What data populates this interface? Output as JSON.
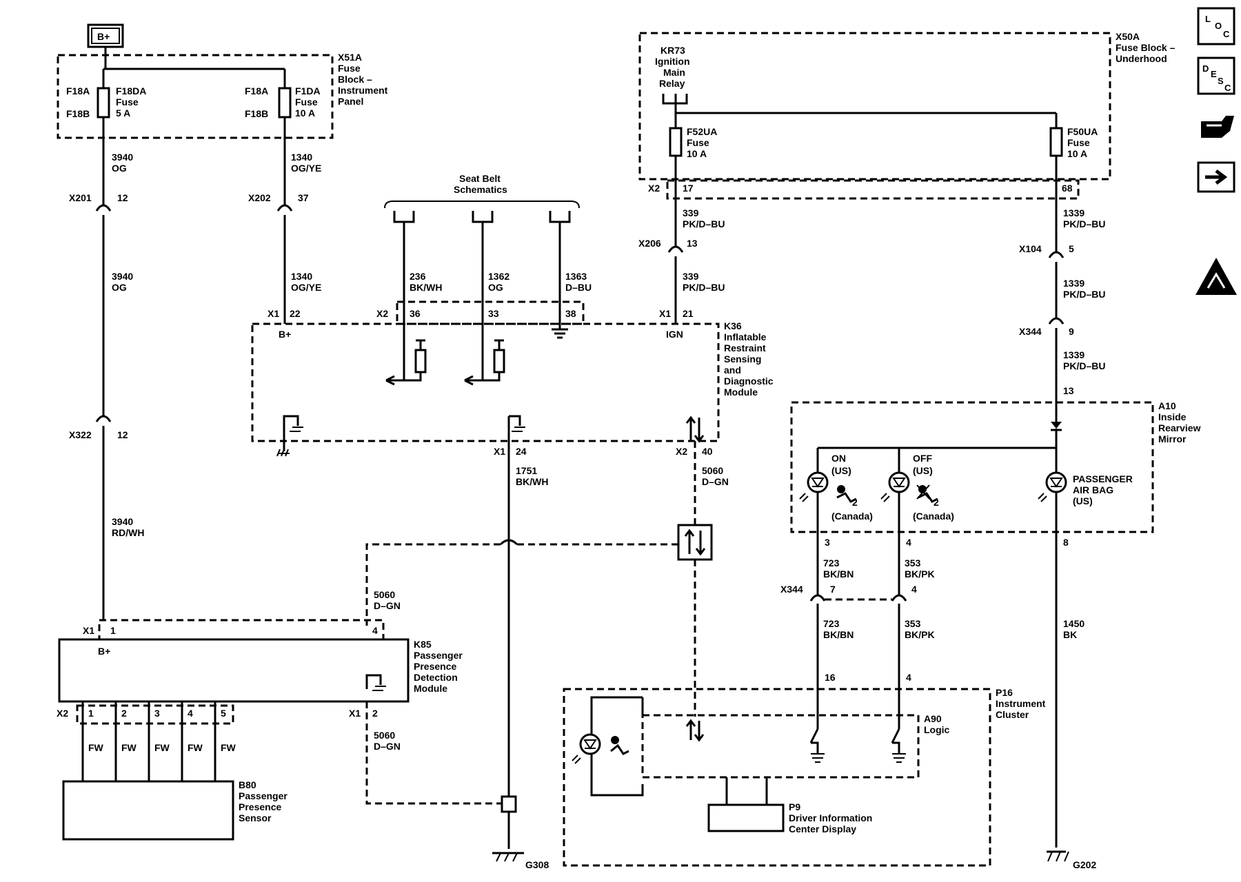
{
  "batt": "B+",
  "x51a": {
    "title": "X51A",
    "lines": [
      "Fuse",
      "Block –",
      "Instrument",
      "Panel"
    ]
  },
  "f18": {
    "t1": "F18A",
    "t2": "F18B",
    "name": "F18DA",
    "fuse": "Fuse",
    "rating": "5 A"
  },
  "f1": {
    "t1": "F18A",
    "t2": "F18B",
    "name": "F1DA",
    "fuse": "Fuse",
    "rating": "10 A"
  },
  "w3940og": {
    "num": "3940",
    "color": "OG"
  },
  "w1340": {
    "num": "1340",
    "color": "OG/YE"
  },
  "x201": {
    "name": "X201",
    "pin": "12"
  },
  "x202": {
    "name": "X202",
    "pin": "37"
  },
  "seatbelt": {
    "l1": "Seat Belt",
    "l2": "Schematics"
  },
  "w236": {
    "num": "236",
    "color": "BK/WH"
  },
  "w1362": {
    "num": "1362",
    "color": "OG"
  },
  "w1363": {
    "num": "1363",
    "color": "D–BU"
  },
  "k36": {
    "x1": "X1",
    "p22": "22",
    "bplus": "B+",
    "x2": "X2",
    "p36": "36",
    "p33": "33",
    "p38": "38",
    "x1b": "X1",
    "p21": "21",
    "ign": "IGN",
    "lines": [
      "K36",
      "Inflatable",
      "Restraint",
      "Sensing",
      "and",
      "Diagnostic",
      "Module"
    ],
    "x1c": "X1",
    "p24": "24",
    "x2c": "X2",
    "p40": "40"
  },
  "x50a": {
    "lines": [
      "X50A",
      "Fuse Block –",
      "Underhood"
    ]
  },
  "kr73": {
    "lines": [
      "KR73",
      "Ignition",
      "Main",
      "Relay"
    ]
  },
  "f52": {
    "name": "F52UA",
    "fuse": "Fuse",
    "rating": "10 A"
  },
  "f50": {
    "name": "F50UA",
    "fuse": "Fuse",
    "rating": "10 A"
  },
  "x2top": {
    "name": "X2",
    "p17": "17",
    "p68": "68"
  },
  "w339": {
    "num": "339",
    "color": "PK/D–BU"
  },
  "w1339": {
    "num": "1339",
    "color": "PK/D–BU"
  },
  "x206": {
    "name": "X206",
    "pin": "13"
  },
  "x104": {
    "name": "X104",
    "pin": "5"
  },
  "x344a": {
    "name": "X344",
    "pin": "9"
  },
  "a10": {
    "pin": "13",
    "lines": [
      "A10",
      "Inside",
      "Rearview",
      "Mirror"
    ]
  },
  "lamps": {
    "on": "ON",
    "us": "(US)",
    "off": "OFF",
    "canada": "(Canada)",
    "pass1": "PASSENGER",
    "pass2": "AIR BAG",
    "pass3": "(US)",
    "two": "2"
  },
  "pins": {
    "p3": "3",
    "p4": "4",
    "p8": "8"
  },
  "w723": {
    "num": "723",
    "color": "BK/BN"
  },
  "w353": {
    "num": "353",
    "color": "BK/PK"
  },
  "w1450": {
    "num": "1450",
    "color": "BK"
  },
  "x344b": {
    "name": "X344",
    "p7": "7",
    "p4": "4"
  },
  "x322": {
    "name": "X322",
    "pin": "12"
  },
  "w3940rd": {
    "num": "3940",
    "color": "RD/WH"
  },
  "w1751": {
    "num": "1751",
    "color": "BK/WH"
  },
  "w5060": {
    "num": "5060",
    "color": "D–GN"
  },
  "k85": {
    "x1": "X1",
    "p1": "1",
    "p4": "4",
    "bplus": "B+",
    "lines": [
      "K85",
      "Passenger",
      "Presence",
      "Detection",
      "Module"
    ],
    "x2": "X2",
    "x1b": "X1",
    "p2": "2",
    "pins": [
      "1",
      "2",
      "3",
      "4",
      "5"
    ],
    "fw": "FW"
  },
  "b80": {
    "lines": [
      "B80",
      "Passenger",
      "Presence",
      "Sensor"
    ]
  },
  "p16": {
    "lines": [
      "P16",
      "Instrument",
      "Cluster"
    ],
    "p16": "16",
    "p4": "4"
  },
  "a90": {
    "lines": [
      "A90",
      "Logic"
    ]
  },
  "p9": {
    "lines": [
      "P9",
      "Driver Information",
      "Center Display"
    ]
  },
  "g308": "G308",
  "g202": "G202",
  "icons": [
    "loc-icon",
    "desc-icon",
    "diagnostic-icon",
    "next-icon",
    "esd-warning-icon"
  ]
}
